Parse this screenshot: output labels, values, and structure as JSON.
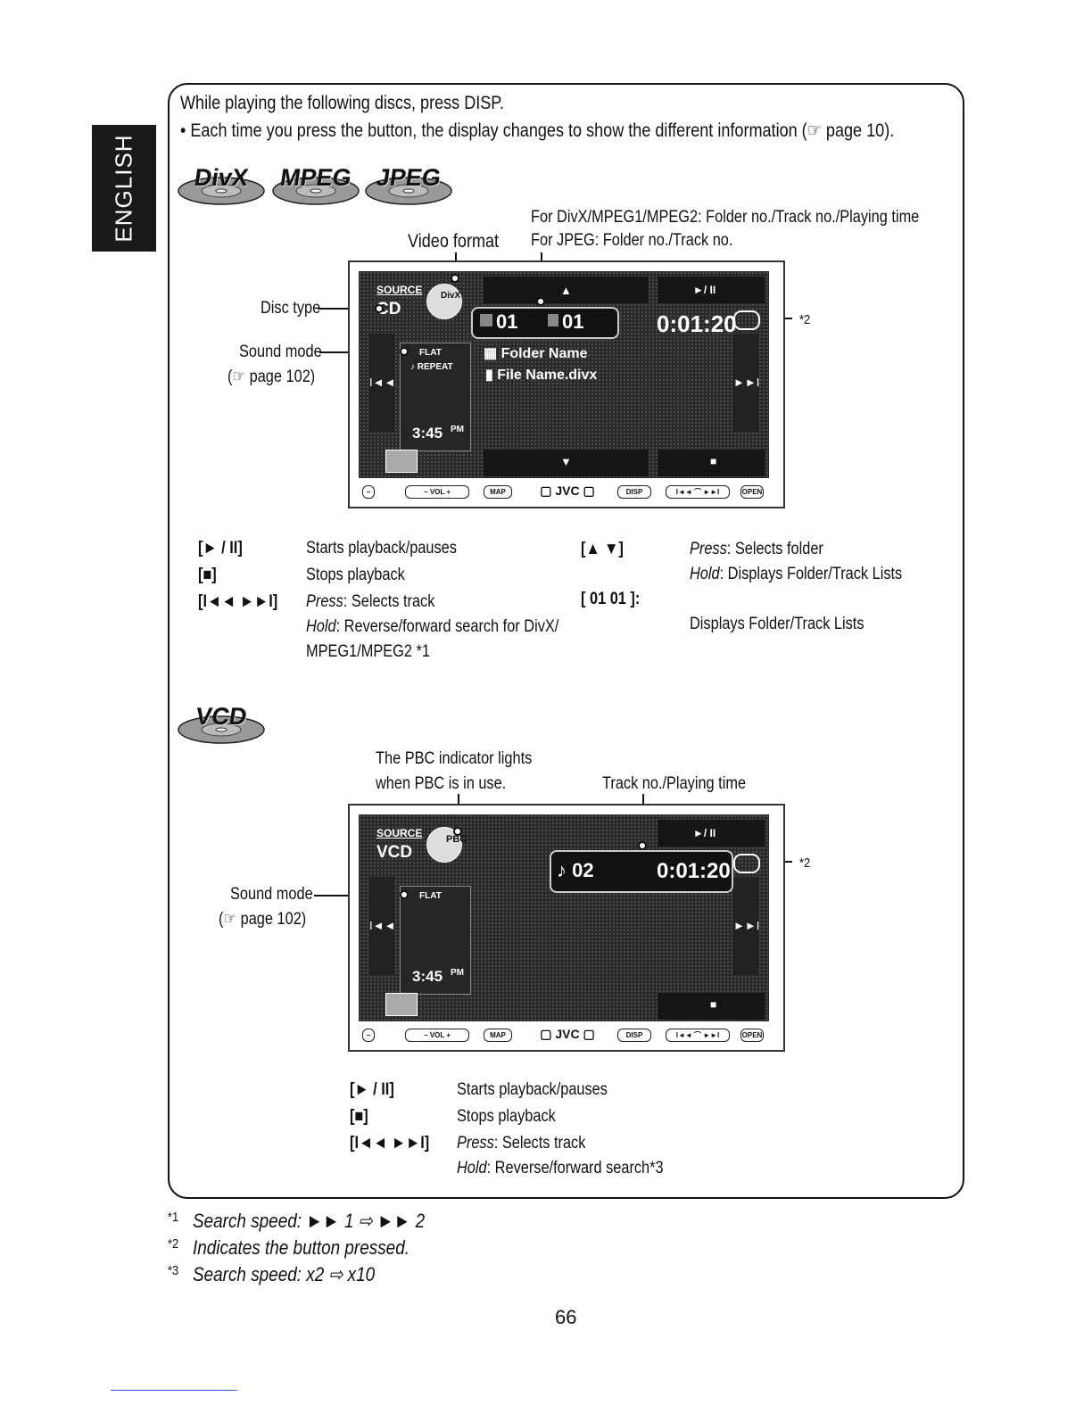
{
  "language_tab": "ENGLISH",
  "intro": {
    "line1": "While playing the following discs, press DISP.",
    "line2": "• Each time you press the button, the display changes to show the different information (☞ page 10)."
  },
  "section1": {
    "discs": [
      "DivX",
      "MPEG",
      "JPEG"
    ],
    "callouts": {
      "folder_track_divx": "For DivX/MPEG1/MPEG2: Folder no./Track no./Playing time",
      "folder_track_jpeg": "For JPEG: Folder no./Track no.",
      "video_format": "Video format",
      "disc_type": "Disc type",
      "sound_mode": "Sound mode",
      "sound_mode_ref": "(☞ page 102)",
      "note2": "*2"
    },
    "screen": {
      "source": "SOURCE",
      "disc": "CD",
      "format_badge": "DivX",
      "folder_no": "01",
      "track_no": "01",
      "time": "0:01:20",
      "flat": "FLAT",
      "repeat": "REPEAT",
      "folder_name": "Folder Name",
      "file_name": "File Name.divx",
      "clock": "3:45",
      "ampm": "PM",
      "up": "▲",
      "play_pause": "►/ II",
      "down": "▼",
      "stop": "■",
      "prev": "I◄◄",
      "next": "►►I",
      "brand": "JVC"
    },
    "legend_left": [
      {
        "key": "[► / II]",
        "desc": "Starts playback/pauses"
      },
      {
        "key": "[■]",
        "desc": "Stops playback"
      },
      {
        "key": "[I◄◄ ►►I]",
        "desc_italic": "Press",
        "desc": ": Selects track"
      },
      {
        "key": "",
        "desc_italic": "Hold",
        "desc": ": Reverse/forward search for DivX/"
      },
      {
        "key": "",
        "desc": "MPEG1/MPEG2 *1"
      }
    ],
    "legend_right": [
      {
        "key": "[▲ ▼]",
        "desc_italic": "Press",
        "desc": ": Selects folder"
      },
      {
        "key": "",
        "desc_italic": "Hold",
        "desc": ": Displays Folder/Track Lists"
      },
      {
        "key": "[ 01   01 ]:",
        "desc": ""
      },
      {
        "key": "",
        "desc": "Displays Folder/Track Lists"
      }
    ]
  },
  "section2": {
    "disc": "VCD",
    "callouts": {
      "pbc_line1": "The PBC indicator lights",
      "pbc_line2": "when PBC is in use.",
      "track_time": "Track no./Playing time",
      "sound_mode": "Sound mode",
      "sound_mode_ref": "(☞ page 102)",
      "note2": "*2"
    },
    "screen": {
      "source": "SOURCE",
      "disc": "VCD",
      "badge": "PBC",
      "track": "♪ 02",
      "time": "0:01:20",
      "flat": "FLAT",
      "clock": "3:45",
      "ampm": "PM",
      "play_pause": "►/ II",
      "stop": "■",
      "prev": "I◄◄",
      "next": "►►I",
      "brand": "JVC"
    },
    "legend": [
      {
        "key": "[► / II]",
        "desc": "Starts playback/pauses"
      },
      {
        "key": "[■]",
        "desc": "Stops playback"
      },
      {
        "key": "[I◄◄ ►►I]",
        "desc_italic": "Press",
        "desc": ": Selects track"
      },
      {
        "key": "",
        "desc_italic": "Hold",
        "desc": ": Reverse/forward search*3"
      }
    ]
  },
  "footnotes": [
    {
      "mark": "*1",
      "text": "Search speed: ►► 1 ⇨ ►► 2"
    },
    {
      "mark": "*2",
      "text": "Indicates the button pressed."
    },
    {
      "mark": "*3",
      "text": "Search speed: x2 ⇨ x10"
    }
  ],
  "page_number": "66",
  "hw_buttons": [
    "VOL",
    "MAP",
    "DISP",
    "OPEN"
  ]
}
